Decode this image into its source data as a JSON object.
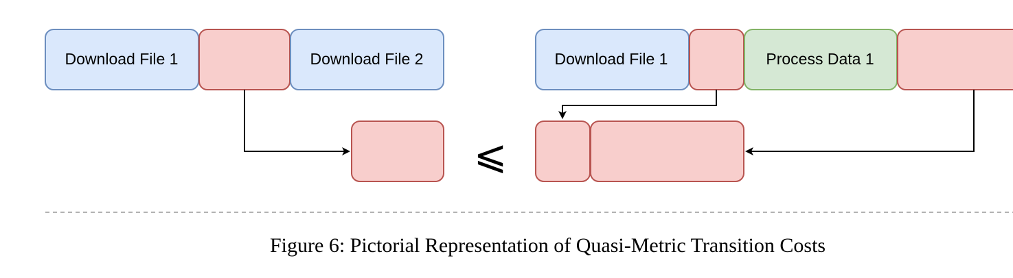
{
  "colors": {
    "download_fill": "#dae8fc",
    "download_stroke": "#6c8ebf",
    "cost_fill": "#f8cecc",
    "cost_stroke": "#b85450",
    "process_fill": "#d5e8d4",
    "process_stroke": "#82b366",
    "arrow": "#000000",
    "separator": "#999999"
  },
  "left_sequence": {
    "task1_label": "Download File 1",
    "task2_label": "Download File 2"
  },
  "right_sequence": {
    "task1_label": "Download File 1",
    "task2_label": "Process Data 1"
  },
  "relation_symbol": "⩽",
  "caption": "Figure 6: Pictorial Representation of Quasi-Metric Transition Costs"
}
